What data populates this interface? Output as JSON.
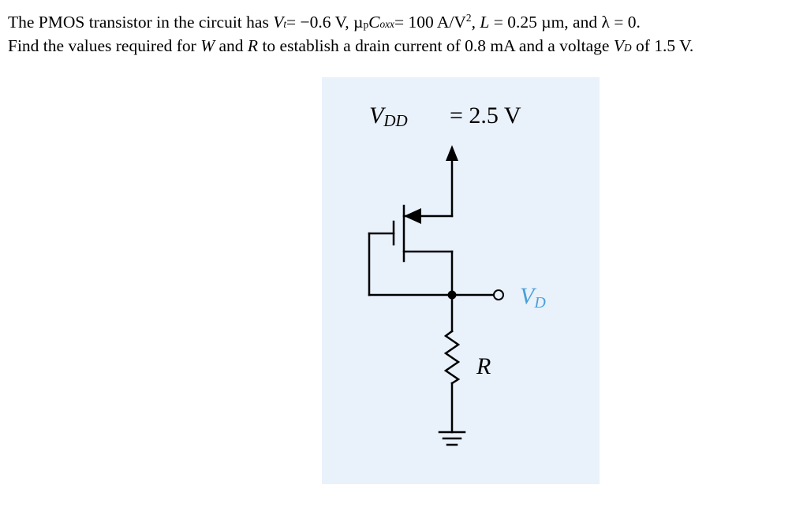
{
  "problem": {
    "line1": {
      "p1": "The PMOS transistor in the circuit has ",
      "vt_sym": "V",
      "vt_sub": "t",
      "p2": "= −0.6 V, ",
      "mu": "µ",
      "mu_sub": "p",
      "cox_sym": "C",
      "cox_sub": "oxx",
      "p3": "= 100 A/V",
      "p3_sup": "2",
      "p4": ", ",
      "l_sym": "L",
      "p5": " = 0.25 µm, and λ = 0."
    },
    "line2": {
      "p1": "Find the values required for ",
      "w_sym": "W",
      "p2": " and ",
      "r_sym": "R",
      "p3": " to establish a drain current of 0.8 mA and a voltage ",
      "vd_sym": "V",
      "vd_sub": "D",
      "p4": " of 1.5 V."
    }
  },
  "circuit": {
    "vdd_sym": "V",
    "vdd_sub": "DD",
    "vdd_value": "= 2.5 V",
    "vd_sym": "V",
    "vd_sub": "D",
    "r_label": "R",
    "colors": {
      "background": "#e9f1fb",
      "wire": "#000000",
      "vd_label": "#4aa0d8"
    }
  }
}
